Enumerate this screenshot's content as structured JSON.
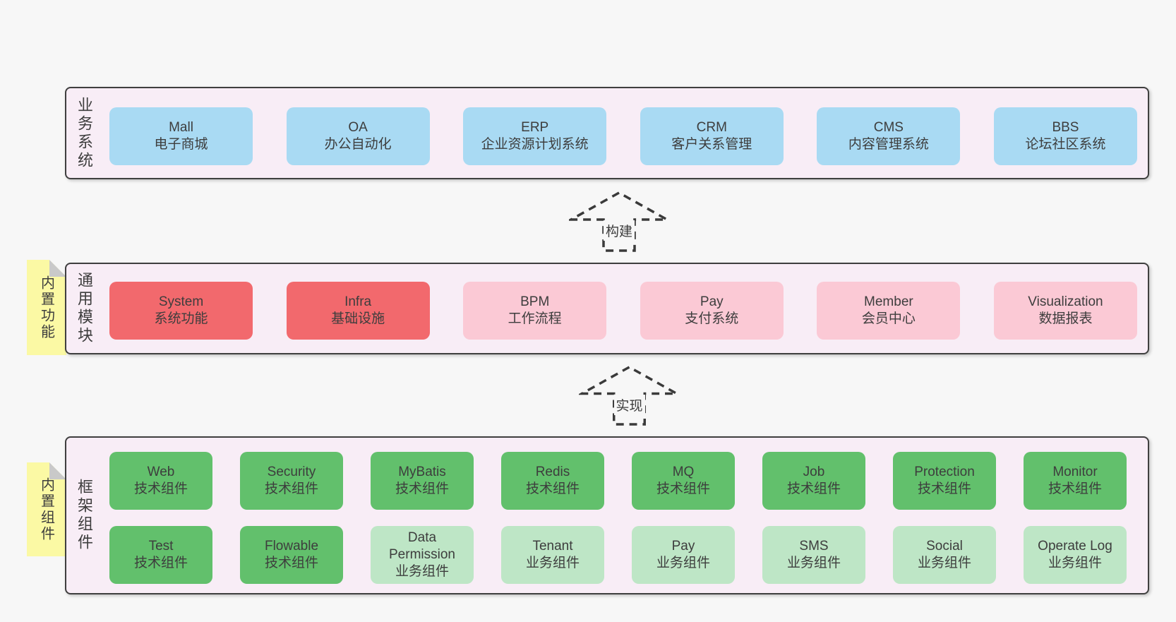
{
  "colors": {
    "page_bg": "#f7f7f7",
    "container_bg": "#f8edf6",
    "border": "#3f3f3f",
    "text": "#3d3d3d",
    "box_blue": "#a9daf3",
    "box_red": "#f2696d",
    "box_pink": "#fbc9d5",
    "box_green": "#62c06c",
    "box_light_green": "#bee6c6",
    "sticky_yellow": "#fbf9a4",
    "sticky_fold": "#c9c9c9"
  },
  "layers": [
    {
      "name": "业务系统",
      "boxes": [
        {
          "title": "Mall",
          "subtitle": "电子商城"
        },
        {
          "title": "OA",
          "subtitle": "办公自动化"
        },
        {
          "title": "ERP",
          "subtitle": "企业资源计划系统"
        },
        {
          "title": "CRM",
          "subtitle": "客户关系管理"
        },
        {
          "title": "CMS",
          "subtitle": "内容管理系统"
        },
        {
          "title": "BBS",
          "subtitle": "论坛社区系统"
        }
      ]
    },
    {
      "name": "通用模块",
      "sticky": "内置功能",
      "boxes": [
        {
          "title": "System",
          "subtitle": "系统功能"
        },
        {
          "title": "Infra",
          "subtitle": "基础设施"
        },
        {
          "title": "BPM",
          "subtitle": "工作流程"
        },
        {
          "title": "Pay",
          "subtitle": "支付系统"
        },
        {
          "title": "Member",
          "subtitle": "会员中心"
        },
        {
          "title": "Visualization",
          "subtitle": "数据报表"
        }
      ]
    },
    {
      "name": "框架组件",
      "sticky": "内置组件",
      "rows": [
        [
          {
            "title": "Web",
            "subtitle": "技术组件"
          },
          {
            "title": "Security",
            "subtitle": "技术组件"
          },
          {
            "title": "MyBatis",
            "subtitle": "技术组件"
          },
          {
            "title": "Redis",
            "subtitle": "技术组件"
          },
          {
            "title": "MQ",
            "subtitle": "技术组件"
          },
          {
            "title": "Job",
            "subtitle": "技术组件"
          },
          {
            "title": "Protection",
            "subtitle": "技术组件"
          },
          {
            "title": "Monitor",
            "subtitle": "技术组件"
          }
        ],
        [
          {
            "title": "Test",
            "subtitle": "技术组件"
          },
          {
            "title": "Flowable",
            "subtitle": "技术组件"
          },
          {
            "title": "Data Permission",
            "subtitle": "业务组件"
          },
          {
            "title": "Tenant",
            "subtitle": "业务组件"
          },
          {
            "title": "Pay",
            "subtitle": "业务组件"
          },
          {
            "title": "SMS",
            "subtitle": "业务组件"
          },
          {
            "title": "Social",
            "subtitle": "业务组件"
          },
          {
            "title": "Operate Log",
            "subtitle": "业务组件"
          }
        ]
      ]
    }
  ],
  "arrows": [
    {
      "label": "构建"
    },
    {
      "label": "实现"
    }
  ]
}
